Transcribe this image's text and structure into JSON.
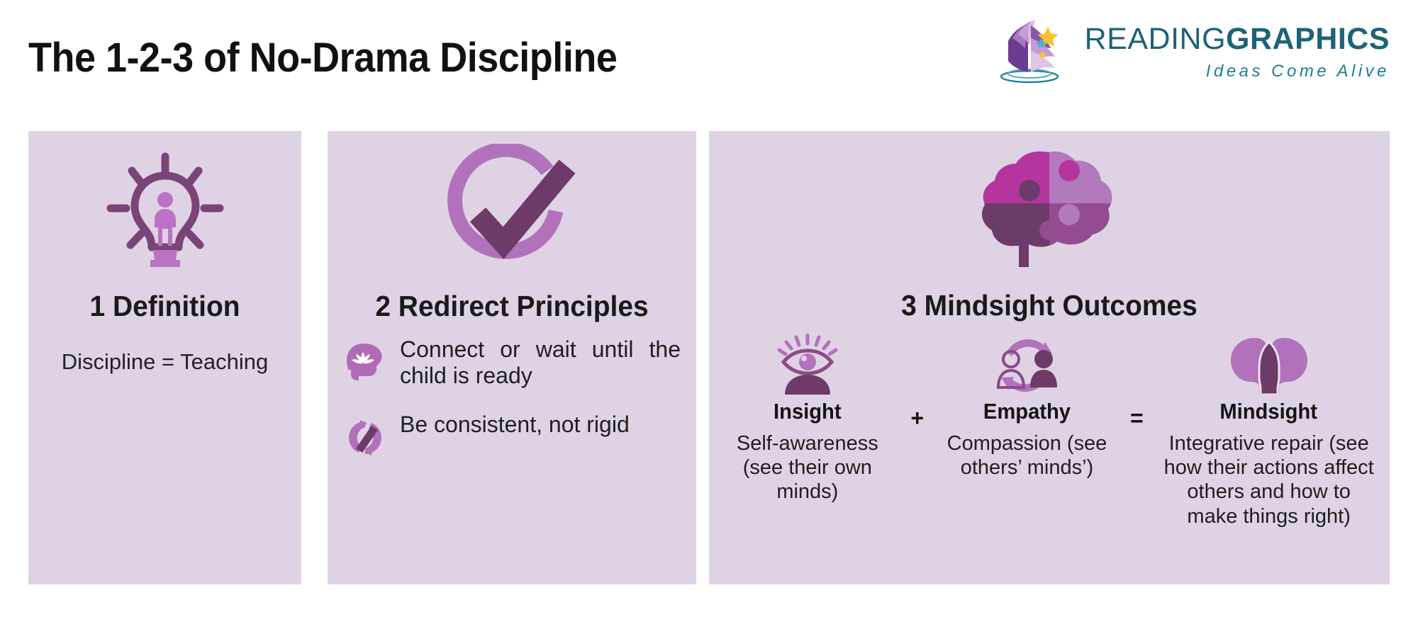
{
  "header": {
    "title": "The 1-2-3 of No-Drama Discipline",
    "logo": {
      "word_light": "READING",
      "word_bold": "GRAPHICS",
      "tagline": "Ideas Come Alive",
      "mark_icon": "open-book-with-stars-logo-icon",
      "color_teal": "#1c6379",
      "color_tagline": "#1c7e93"
    }
  },
  "theme": {
    "panel_background": "#dfd2e4",
    "page_background": "#ffffff",
    "purple_dark": "#6d3a6b",
    "purple_mid": "#9c5c9c",
    "purple_light": "#b878bd",
    "purple_bright": "#b4359e",
    "text_dark": "#1a1a1a"
  },
  "panels": [
    {
      "number": "1",
      "heading": "1 Definition",
      "icon": "lightbulb-with-person-icon",
      "body": "Discipline = Teaching"
    },
    {
      "number": "2",
      "heading": "2 Redirect Principles",
      "icon": "circle-checkmark-icon",
      "bullets": [
        {
          "icon": "head-with-lotus-icon",
          "text": "Connect or wait until the child is ready"
        },
        {
          "icon": "cycle-arrows-slash-icon",
          "text": "Be consistent, not rigid"
        }
      ]
    },
    {
      "number": "3",
      "heading": "3 Mindsight Outcomes",
      "icon": "puzzle-brain-icon",
      "equation": {
        "operator_plus": "+",
        "operator_equals": "="
      },
      "outcomes": [
        {
          "name": "Insight",
          "icon": "eye-above-head-icon",
          "description": "Self-awareness (see their own minds)"
        },
        {
          "name": "Empathy",
          "icon": "two-people-cycle-arrows-icon",
          "description": "Compassion (see others’ minds’)"
        },
        {
          "name": "Mindsight",
          "icon": "two-heads-facing-icon",
          "description": "Integrative repair (see how their actions affect others and  how to make things right)"
        }
      ]
    }
  ]
}
